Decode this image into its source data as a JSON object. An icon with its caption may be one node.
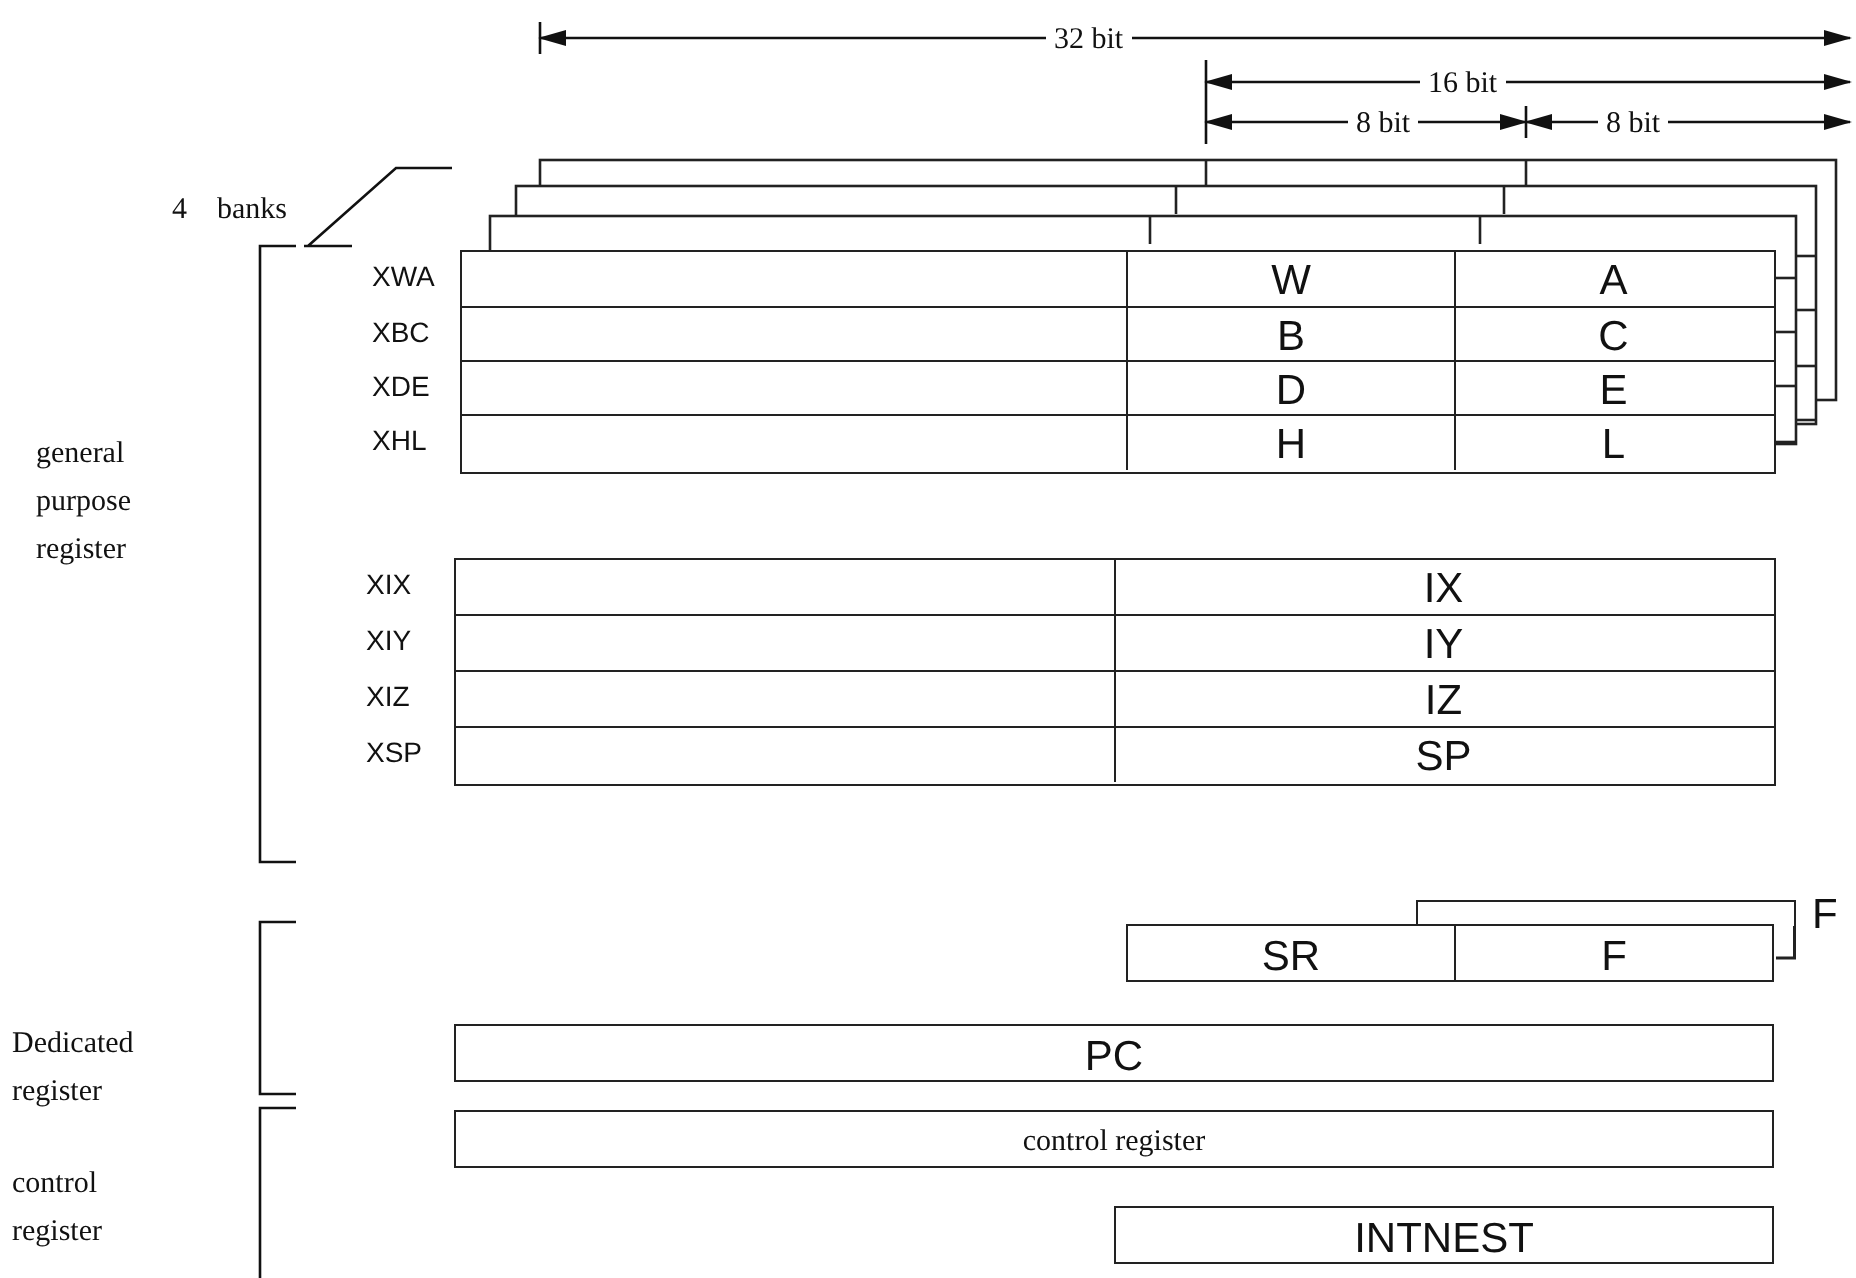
{
  "diagram": {
    "nodes": [
      {
        "text": [],
        "shape": "box",
        "beside": [
          "XWA"
        ]
      },
      {
        "text": [
          "W"
        ],
        "in": 0
      },
      {
        "text": [
          "A"
        ],
        "in": 0
      },
      {
        "text": [],
        "shape": "box",
        "beside": [
          "XBC"
        ]
      },
      {
        "text": [
          "B"
        ],
        "in": 3
      },
      {
        "text": [
          "C"
        ],
        "in": 3
      },
      {
        "text": [],
        "shape": "box",
        "beside": [
          "XDE"
        ]
      },
      {
        "text": [
          "D"
        ],
        "in": 6
      },
      {
        "text": [
          "E"
        ],
        "in": 6
      },
      {
        "text": [],
        "shape": "box",
        "beside": [
          "XHL"
        ]
      },
      {
        "text": [
          "H"
        ],
        "in": 9
      },
      {
        "text": [
          "L"
        ],
        "in": 9
      },
      {
        "text": [],
        "shape": "box",
        "beside": [
          "XIX"
        ]
      },
      {
        "text": [
          "IX"
        ],
        "in": 12
      },
      {
        "text": [],
        "shape": "box",
        "beside": [
          "XIY"
        ]
      },
      {
        "text": [
          "IY"
        ],
        "in": 14
      },
      {
        "text": [],
        "shape": "box",
        "beside": [
          "XIZ"
        ]
      },
      {
        "text": [
          "IZ"
        ],
        "in": 16
      },
      {
        "text": [],
        "shape": "box",
        "beside": [
          "XSP"
        ]
      },
      {
        "text": [
          "SP"
        ],
        "in": 18
      },
      {
        "text": [],
        "shape": "box",
        "beside": [
          "F"
        ]
      },
      {
        "text": [
          "SR"
        ]
      },
      {
        "text": [
          "F"
        ]
      },
      {
        "text": [
          "PC"
        ]
      },
      {
        "text": [
          "control register"
        ]
      },
      {
        "text": [
          "INTNEST"
        ]
      }
    ],
    "labels": [
      "32 bit",
      "16 bit",
      "8 bit",
      "8 bit",
      "4　banks",
      "general purpose register",
      "Dedicated register",
      "control register"
    ]
  }
}
